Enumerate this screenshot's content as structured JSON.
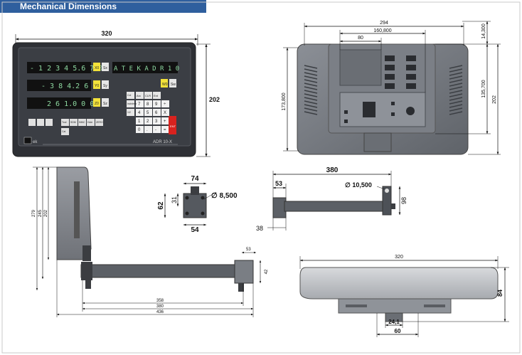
{
  "header": {
    "title": "Mechanical Dimensions"
  },
  "front": {
    "dim_width": "320",
    "dim_height": "202",
    "display_x": "- 1 2 3 4 5.6 7 0",
    "display_y": "- 3 8 4.2 6 0",
    "display_z": "2 6 1.0 0 0",
    "text_display": "A T E K   A D R 1 0",
    "axis_labels": [
      "X0",
      "Y0",
      "Z0"
    ],
    "set_labels": [
      "Sx",
      "Sy",
      "Sz"
    ],
    "w_label": "W0",
    "sw_label": "Sw",
    "model": "ADR 10-X",
    "logo_text": "ek",
    "func_keys": [
      "Tool",
      "SDM",
      "INNC",
      "Hole",
      "ZERO",
      "Cal"
    ],
    "keypad_top": [
      "Arc",
      "CLR",
      "Ent"
    ],
    "keypad": [
      "7",
      "8",
      "9",
      "÷",
      "4",
      "5",
      "6",
      "X",
      "1",
      "2",
      "3",
      "+",
      "0",
      ".",
      "-",
      "="
    ],
    "side_keys": [
      "Col",
      "inch/mm",
      "1/2",
      "ENT"
    ]
  },
  "rear": {
    "dim_294": "294",
    "dim_160800": "160,800",
    "dim_80": "80",
    "dim_14300": "14,300",
    "dim_173800": "173,800",
    "dim_135700": "135,700",
    "dim_202": "202"
  },
  "side": {
    "dim_279": "279",
    "dim_245": "245",
    "dim_202": "202",
    "dim_53": "53",
    "dim_42": "42",
    "dim_358": "358",
    "dim_380": "380",
    "dim_436": "436"
  },
  "bracket": {
    "dim_74": "74",
    "dim_31": "31",
    "dim_62": "62",
    "dim_54": "54",
    "dim_phi": "∅ 8,500"
  },
  "arm": {
    "dim_380": "380",
    "dim_53": "53",
    "dim_phi": "∅ 10,500",
    "dim_98": "98",
    "dim_38": "38"
  },
  "bottom": {
    "dim_320": "320",
    "dim_84": "84",
    "dim_241": "24,1",
    "dim_60": "60"
  }
}
